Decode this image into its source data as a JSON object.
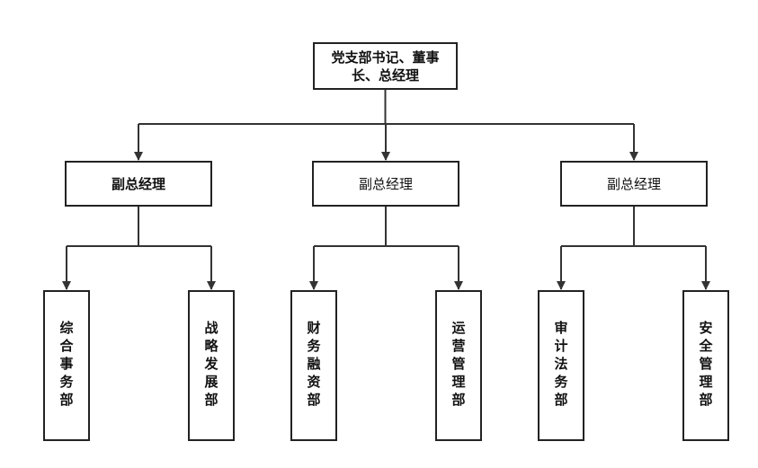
{
  "root": {
    "label": "党支部书记、董事长、总经理"
  },
  "vps": [
    {
      "label": "副总经理",
      "bold": true
    },
    {
      "label": "副总经理",
      "bold": false
    },
    {
      "label": "副总经理",
      "bold": false
    }
  ],
  "departments": [
    {
      "label": "综合事务部",
      "parent": 0
    },
    {
      "label": "战略发展部",
      "parent": 0
    },
    {
      "label": "财务融资部",
      "parent": 1
    },
    {
      "label": "运营管理部",
      "parent": 1
    },
    {
      "label": "审计法务部",
      "parent": 2
    },
    {
      "label": "安全管理部",
      "parent": 2
    }
  ],
  "style": {
    "line_color": "#333333",
    "border_color": "#222222"
  }
}
